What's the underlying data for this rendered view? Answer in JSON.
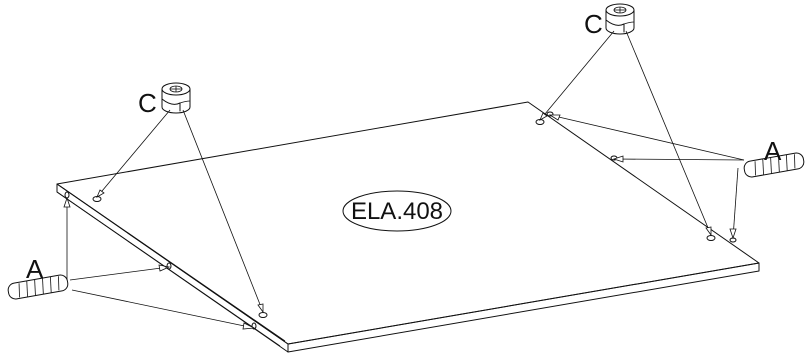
{
  "diagram": {
    "panel_code": "ELA.408",
    "labels": {
      "dowel_left": "A",
      "dowel_right": "A",
      "cam_left": "C",
      "cam_right": "C"
    },
    "colors": {
      "line": "#111111",
      "background": "#ffffff"
    }
  }
}
